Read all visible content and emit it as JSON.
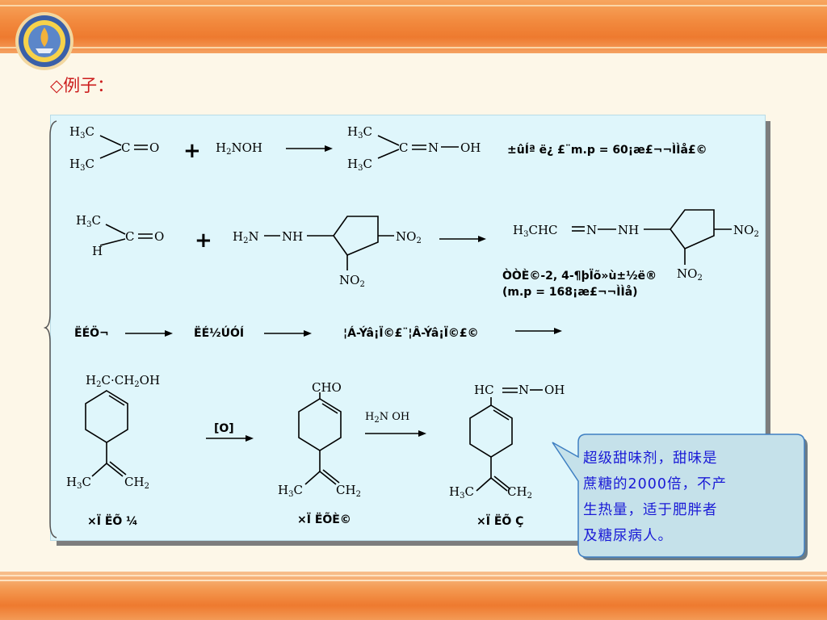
{
  "heading": "◇例子：",
  "colors": {
    "top_bar": "#ee7a2f",
    "panel": "#dff6fb",
    "callout": "#c5e1ea",
    "heading": "#cc1d1d",
    "callout_text": "#1a1ad6"
  },
  "row1": {
    "acetone": {
      "h3c_top": "H",
      "h3c_bottom": "H",
      "c": "C",
      "o": "O"
    },
    "reagent_h": "H",
    "reagent_noh": "NOH",
    "oxime": {
      "h3c_top": "H",
      "h3c_bottom": "H",
      "c": "C",
      "n": "N",
      "oh": "OH"
    },
    "note": "±ûÍª ë¿ £¨m.p = 60¡æ£¬¬ÌÌå£©"
  },
  "row2": {
    "aldehyde": {
      "h3c": "H",
      "c": "C",
      "o": "O",
      "h": "H"
    },
    "hydrazine": {
      "h": "H",
      "n": "N",
      "nh": "NH",
      "no2_right": "NO",
      "no2_bottom": "NO"
    },
    "product": {
      "h3chc": "H",
      "chc": "CHC",
      "n": "N",
      "nh": "NH",
      "no2_right": "NO",
      "no2_bottom": "NO"
    },
    "note1": "ÒÒÈ©-2, 4-¶þÏõ»ù±½ë®",
    "note2": "(m.p =   168¡æ£¬¬ÌÌå)"
  },
  "row3": {
    "step1": "ËÉÖ¬",
    "step2": "ËÉ½ÚÓÍ",
    "step3": "¦Á-Ýâ¡Ï©£¨¦Â-Ýâ¡Ï©£©"
  },
  "row4": {
    "alcohol_sub": "H",
    "alcohol_sub2": "C·CH",
    "alcohol_sub3": "OH",
    "alcohol_base": {
      "h3c": "H",
      "c": "C",
      "ch2": "CH"
    },
    "oxidant": "[O]",
    "aldehyde_top": "CHO",
    "aldehyde_base": {
      "h3c": "H",
      "c": "C",
      "ch2": "CH"
    },
    "reagent": "H",
    "reagent2": "N OH",
    "oxime_top": {
      "hc": "HC",
      "n": "N",
      "oh": "OH"
    },
    "oxime_base": {
      "h3c": "H",
      "c": "C",
      "ch2": "CH"
    },
    "label1": "×Ï ËÕ ¼",
    "label2": "×Ï ËÕÈ©",
    "label3": "×Ï ËÕ Ç"
  },
  "callout": {
    "lines": [
      "超级甜味剂，甜味是",
      "蔗糖的2000倍，不产",
      "生热量，适于肥胖者",
      "及糖尿病人。"
    ]
  }
}
